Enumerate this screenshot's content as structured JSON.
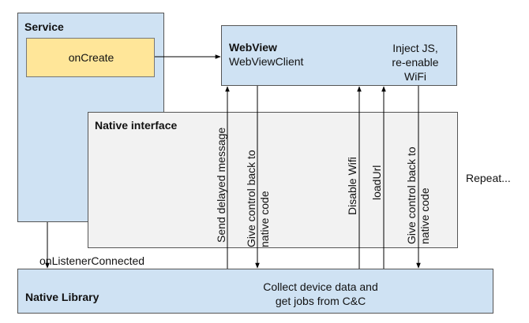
{
  "service": {
    "title": "Service",
    "oncreate": "onCreate"
  },
  "webview": {
    "title": "WebView",
    "client": "WebViewClient",
    "note": [
      "Inject JS,",
      "re-enable",
      "WiFi"
    ]
  },
  "native_interface": {
    "title": "Native interface"
  },
  "native_library": {
    "title": "Native Library",
    "note": [
      "Collect device data and",
      "get jobs from C&C"
    ]
  },
  "connector": {
    "listener": "onListenerConnected",
    "repeat": "Repeat..."
  },
  "arrows": {
    "send_delayed": "Send delayed message",
    "give_control_1": [
      "Give control back to",
      "native code"
    ],
    "disable_wifi": "Disable Wifi",
    "load_url": "loadUrl",
    "give_control_2": [
      "Give control back to",
      "native code"
    ]
  },
  "colors": {
    "service_bg": "#cfe2f3",
    "oncreate_bg": "#ffe699",
    "interface_bg": "#f2f2f2",
    "library_bg": "#cfe2f3",
    "line": "#000000"
  }
}
